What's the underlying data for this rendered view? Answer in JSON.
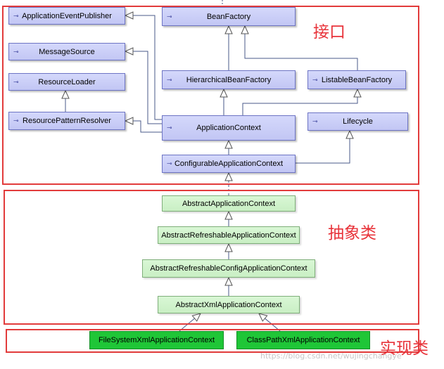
{
  "regions": {
    "interfaces": "接口",
    "abstract": "抽象类",
    "implementations": "实现类"
  },
  "nodes": {
    "application_event_publisher": "ApplicationEventPublisher",
    "message_source": "MessageSource",
    "resource_loader": "ResourceLoader",
    "resource_pattern_resolver": "ResourcePatternResolver",
    "bean_factory": "BeanFactory",
    "hierarchical_bean_factory": "HierarchicalBeanFactory",
    "listable_bean_factory": "ListableBeanFactory",
    "application_context": "ApplicationContext",
    "lifecycle": "Lifecycle",
    "configurable_application_context": "ConfigurableApplicationContext",
    "abstract_application_context": "AbstractApplicationContext",
    "abstract_refreshable_application_context": "AbstractRefreshableApplicationContext",
    "abstract_refreshable_config_application_context": "AbstractRefreshableConfigApplicationContext",
    "abstract_xml_application_context": "AbstractXmlApplicationContext",
    "file_system_xml_application_context": "FileSystemXmlApplicationContext",
    "class_path_xml_application_context": "ClassPathXmlApplicationContext"
  },
  "watermark": "https://blog.csdn.net/wujingchangye"
}
